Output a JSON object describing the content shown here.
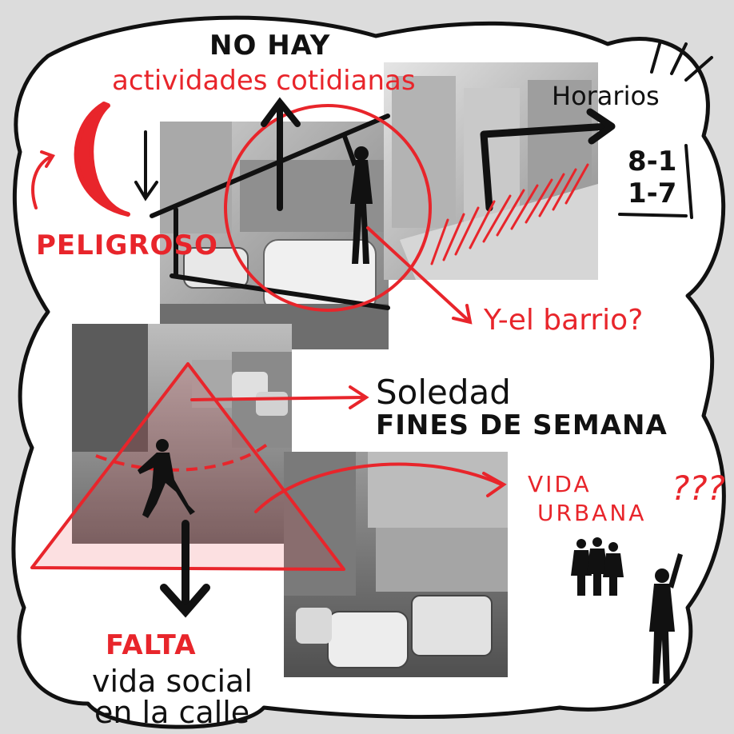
{
  "labels": {
    "no_hay": "NO HAY",
    "actividades": "actividades cotidianas",
    "horarios": "Horarios",
    "hours_1": "8-1",
    "hours_2": "1-7",
    "peligroso": "PELIGROSO",
    "y_el_barrio": "Y-el barrio?",
    "soledad": "Soledad",
    "fines_de_semana": "FINES DE SEMANA",
    "vida": "VIDA",
    "urbana": "URBANA",
    "question_marks": "???",
    "falta": "FALTA",
    "vida_social": "vida social",
    "en_la_calle": "en la calle"
  },
  "colors": {
    "accent_red": "#e8252b",
    "ink_black": "#111111",
    "background": "#dcdcdc",
    "paper": "#ffffff"
  },
  "icons": [
    "moon-icon",
    "person-figure",
    "walking-person-icon",
    "people-group-icon"
  ]
}
